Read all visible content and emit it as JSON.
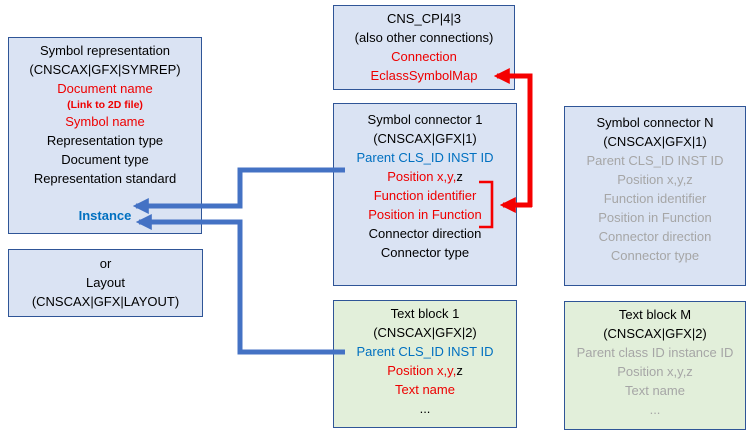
{
  "colors": {
    "border_blue": "#2f5597",
    "box_blue_fill": "#dae3f3",
    "box_green_fill": "#e2efda",
    "red": "#ee0000",
    "blue_text": "#0070c0",
    "gray_text": "#a6a6a6",
    "arrow_blue": "#4472c4",
    "arrow_red": "#f50000"
  },
  "boxes": {
    "cns_cp": {
      "title": "CNS_CP|4|3",
      "note": "(also other connections)",
      "connection": "Connection",
      "eclass_symbol_map": "EclassSymbolMap"
    },
    "symbol_representation": {
      "title": "Symbol representation",
      "code": "(CNSCAX|GFX|SYMREP)",
      "document_name": "Document name",
      "link_note": "(Link to 2D file)",
      "symbol_name": "Symbol name",
      "representation_type": "Representation type",
      "document_type": "Document type",
      "representation_standard": "Representation standard",
      "instance": "Instance"
    },
    "layout_alt": {
      "or_label": "or",
      "title": "Layout",
      "code": "(CNSCAX|GFX|LAYOUT)"
    },
    "symbol_connector_1": {
      "title": "Symbol connector 1",
      "code": "(CNSCAX|GFX|1)",
      "parent": "Parent CLS_ID INST ID",
      "position_prefix": "Position x,y,",
      "position_suffix": "z",
      "function_identifier": "Function identifier",
      "position_in_function": "Position in Function",
      "connector_direction": "Connector direction",
      "connector_type": "Connector type"
    },
    "symbol_connector_n": {
      "title": "Symbol connector N",
      "code": "(CNSCAX|GFX|1)",
      "parent": "Parent CLS_ID INST ID",
      "position": "Position x,y,z",
      "function_identifier": "Function identifier",
      "position_in_function": "Position in Function",
      "connector_direction": "Connector direction",
      "connector_type": "Connector type"
    },
    "text_block_1": {
      "title": "Text block 1",
      "code": "(CNSCAX|GFX|2)",
      "parent": "Parent CLS_ID INST ID",
      "position_prefix": "Position x,y,",
      "position_suffix": "z",
      "text_name": "Text name",
      "ellipsis": "..."
    },
    "text_block_m": {
      "title": "Text block M",
      "code": "(CNSCAX|GFX|2)",
      "parent": "Parent class ID instance ID",
      "position": "Position x,y,z",
      "text_name": "Text name",
      "ellipsis": "..."
    }
  }
}
